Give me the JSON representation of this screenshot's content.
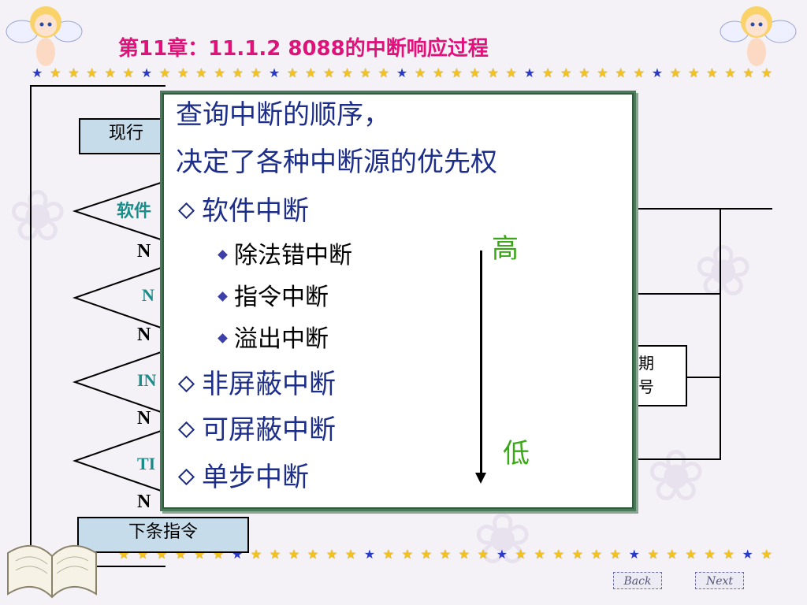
{
  "slide": {
    "title": "第11章：11.1.2 8088的中断响应过程"
  },
  "flowchart": {
    "top_box": "现行",
    "bottom_box": "下条指令",
    "diamond_labels": [
      "软件",
      "N",
      "IN",
      "TI"
    ],
    "n_labels": [
      "N",
      "N",
      "N",
      "N"
    ],
    "right_box_lines": [
      "期",
      "号"
    ]
  },
  "popup": {
    "heading_line1": "查询中断的顺序，",
    "heading_line2": "决定了各种中断源的优先权",
    "items": [
      {
        "label": "软件中断"
      },
      {
        "label": "非屏蔽中断"
      },
      {
        "label": "可屏蔽中断"
      },
      {
        "label": "单步中断"
      }
    ],
    "sub_items": [
      "除法错中断",
      "指令中断",
      "溢出中断"
    ],
    "priority_high": "高",
    "priority_low": "低"
  },
  "nav": {
    "back_label": "Back",
    "next_label": "Next"
  },
  "colors": {
    "title": "#e0117a",
    "popup_text": "#1c2d8a",
    "priority": "#38a814",
    "box_fill": "#c6dcea",
    "popup_border": "#4b7a5b"
  }
}
